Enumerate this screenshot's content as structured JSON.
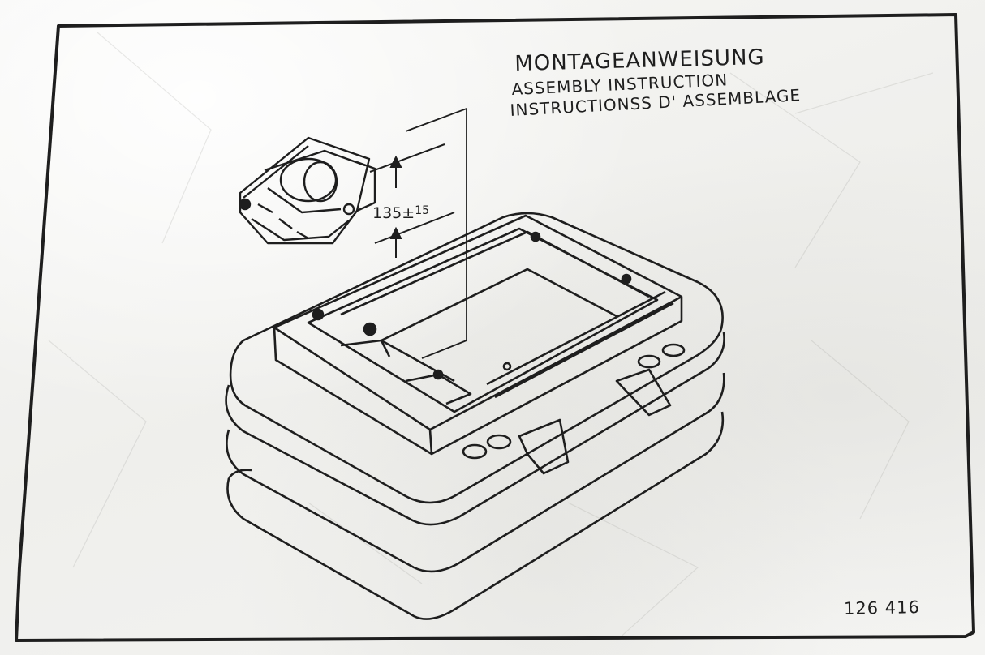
{
  "document": {
    "title_de": "MONTAGEANWEISUNG",
    "title_en": "ASSEMBLY INSTRUCTION",
    "title_fr": "INSTRUCTIONSS D' ASSEMBLAGE",
    "dimension": {
      "value": "135",
      "tolerance": "15"
    },
    "part_number": "126 416"
  },
  "colors": {
    "paper": "#f4f4f2",
    "ink": "#1e1e1e"
  }
}
